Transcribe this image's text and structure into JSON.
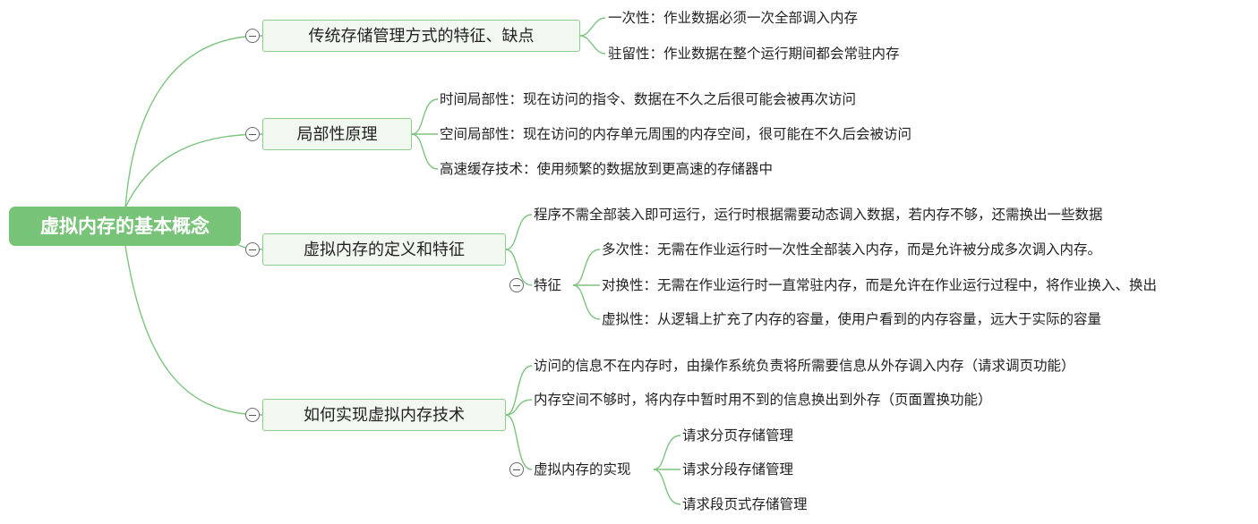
{
  "root": {
    "label": "虚拟内存的基本概念"
  },
  "branches": [
    {
      "label": "传统存储管理方式的特征、缺点",
      "items": [
        "一次性：作业数据必须一次全部调入内存",
        "驻留性：作业数据在整个运行期间都会常驻内存"
      ]
    },
    {
      "label": "局部性原理",
      "items": [
        "时间局部性：现在访问的指令、数据在不久之后很可能会被再次访问",
        "空间局部性：现在访问的内存单元周围的内存空间，很可能在不久后会被访问",
        "高速缓存技术：使用频繁的数据放到更高速的存储器中"
      ]
    },
    {
      "label": "虚拟内存的定义和特征",
      "items": [
        "程序不需全部装入即可运行，运行时根据需要动态调入数据，若内存不够，还需换出一些数据"
      ],
      "sub": {
        "label": "特征",
        "items": [
          "多次性：无需在作业运行时一次性全部装入内存，而是允许被分成多次调入内存。",
          "对换性：无需在作业运行时一直常驻内存，而是允许在作业运行过程中，将作业换入、换出",
          "虚拟性：从逻辑上扩充了内存的容量，使用户看到的内存容量，远大于实际的容量"
        ]
      }
    },
    {
      "label": "如何实现虚拟内存技术",
      "items": [
        "访问的信息不在内存时，由操作系统负责将所需要信息从外存调入内存（请求调页功能）",
        "内存空间不够时，将内存中暂时用不到的信息换出到外存（页面置换功能）"
      ],
      "sub": {
        "label": "虚拟内存的实现",
        "items": [
          "请求分页存储管理",
          "请求分段存储管理",
          "请求段页式存储管理"
        ]
      }
    }
  ]
}
